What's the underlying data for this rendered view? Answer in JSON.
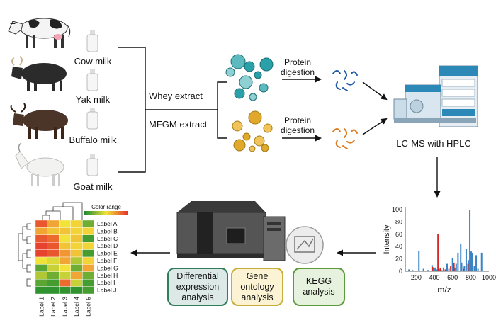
{
  "sources": [
    {
      "milk": "Cow milk"
    },
    {
      "milk": "Yak milk"
    },
    {
      "milk": "Buffalo milk"
    },
    {
      "milk": "Goat milk"
    }
  ],
  "extracts": {
    "whey": "Whey extract",
    "mfgm": "MFGM extract"
  },
  "digestion": {
    "top": [
      "Protein",
      "digestion"
    ],
    "bottom": [
      "Protein",
      "digestion"
    ]
  },
  "instrument_label": "LC-MS with HPLC",
  "analyses": [
    {
      "lines": [
        "Differential",
        "expression",
        "analysis"
      ],
      "fill": "#dce9e6",
      "stroke": "#2e7d5b"
    },
    {
      "lines": [
        "Gene",
        "ontology",
        "analysis"
      ],
      "fill": "#fbf3d3",
      "stroke": "#c7ad3a"
    },
    {
      "lines": [
        "KEGG",
        "analysis"
      ],
      "fill": "#e6f2dd",
      "stroke": "#5b9b3a"
    }
  ],
  "colors": {
    "whey": "#2aa0a8",
    "mfgm": "#e0a92b",
    "peptide_blue": "#1f5aa6",
    "peptide_orange": "#e07a1f",
    "accent_red": "#d62828"
  },
  "spectrum": {
    "chart_data": {
      "type": "bar",
      "xlabel": "m/z",
      "ylabel": "Intensity",
      "xticks": [
        200,
        400,
        600,
        800,
        1000
      ],
      "yticks": [
        0,
        20,
        40,
        60,
        80,
        100
      ],
      "xlim": [
        80,
        1000
      ],
      "ylim": [
        0,
        100
      ],
      "series": [
        {
          "color": "#3a84c4",
          "peaks": [
            [
              120,
              3
            ],
            [
              160,
              2
            ],
            [
              230,
              33
            ],
            [
              280,
              4
            ],
            [
              330,
              2
            ],
            [
              375,
              10
            ],
            [
              395,
              5
            ],
            [
              410,
              6
            ],
            [
              430,
              3
            ],
            [
              460,
              4
            ],
            [
              480,
              2
            ],
            [
              500,
              6
            ],
            [
              540,
              12
            ],
            [
              560,
              4
            ],
            [
              600,
              22
            ],
            [
              625,
              6
            ],
            [
              640,
              12
            ],
            [
              660,
              30
            ],
            [
              690,
              45
            ],
            [
              700,
              14
            ],
            [
              730,
              8
            ],
            [
              750,
              36
            ],
            [
              775,
              18
            ],
            [
              790,
              100
            ],
            [
              805,
              32
            ],
            [
              820,
              30
            ],
            [
              840,
              8
            ],
            [
              860,
              26
            ],
            [
              880,
              4
            ],
            [
              920,
              30
            ]
          ]
        },
        {
          "color": "#d62828",
          "peaks": [
            [
              380,
              7
            ],
            [
              440,
              60
            ],
            [
              470,
              5
            ],
            [
              520,
              3
            ],
            [
              580,
              8
            ],
            [
              615,
              14
            ],
            [
              720,
              4
            ],
            [
              770,
              12
            ]
          ]
        }
      ]
    }
  },
  "heatmap": {
    "chart_data": {
      "type": "heatmap",
      "title": "Color range",
      "rows": [
        "Label A",
        "Label B",
        "Label C",
        "Label D",
        "Label E",
        "Label F",
        "Label G",
        "Label H",
        "Label I",
        "Label J"
      ],
      "cols": [
        "Label 1",
        "Label 2",
        "Label 3",
        "Label 4",
        "Label 5"
      ],
      "values": [
        [
          0.9,
          0.7,
          0.5,
          0.55,
          0.2
        ],
        [
          0.7,
          0.6,
          0.6,
          0.55,
          0.55
        ],
        [
          0.9,
          0.85,
          0.5,
          0.6,
          0.1
        ],
        [
          0.95,
          0.9,
          0.6,
          0.55,
          0.55
        ],
        [
          0.95,
          0.9,
          0.75,
          0.6,
          0.1
        ],
        [
          0.5,
          0.45,
          0.7,
          0.35,
          0.55
        ],
        [
          0.15,
          0.4,
          0.5,
          0.2,
          0.7
        ],
        [
          0.35,
          0.2,
          0.4,
          0.7,
          0.2
        ],
        [
          0.15,
          0.1,
          0.85,
          0.4,
          0.1
        ],
        [
          0.05,
          0.05,
          0.05,
          0.05,
          0.1
        ]
      ]
    }
  }
}
